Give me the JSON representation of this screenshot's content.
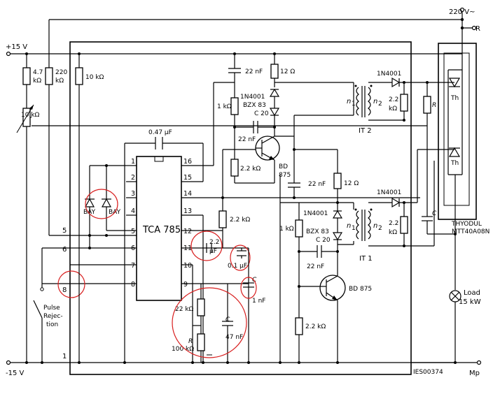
{
  "rails": {
    "plus15": "+15 V",
    "minus15": "-15 V",
    "ac220": "220 V~",
    "phase_r": "R",
    "neutral_mp": "Mp"
  },
  "ic": {
    "name": "TCA 785",
    "pins_left": [
      "1",
      "2",
      "3",
      "4",
      "5",
      "6",
      "7",
      "8"
    ],
    "pins_right": [
      "16",
      "15",
      "14",
      "13",
      "12",
      "11",
      "10",
      "9"
    ]
  },
  "rail_labels": {
    "left_5": "5",
    "left_6": "6",
    "left_8": "8",
    "left_1": "1"
  },
  "components": {
    "r_4k7": [
      "4.7",
      "kΩ"
    ],
    "r_220": [
      "220",
      "kΩ"
    ],
    "r_10k_a": "10 kΩ",
    "r_10k_pot": "10 kΩ",
    "c_047": "0.47 μF",
    "diode_bay_1": "BAY",
    "diode_bay_2": "BAY",
    "c_22nF_top": "22 nF",
    "r_12_top": "12 Ω",
    "d_1n4001_top": "1N4001",
    "z_bzx83_top": "BZX 83",
    "z_c20_top": "C 20",
    "r_1k_top": "1 kΩ",
    "c_22nF_base_top": "22 nF",
    "r_2k2_top": "2.2 kΩ",
    "t_bd875_top": [
      "BD",
      "875"
    ],
    "c_22nF_mid": "22 nF",
    "r_12_mid": "12 Ω",
    "r_2k2_pin12": "2.2 kΩ",
    "c_2u2": [
      "2.2",
      "μF"
    ],
    "c_01u": "0.1 μF",
    "c_1nF_letter": "C",
    "c_1nF": "1 nF",
    "r_22k": "22 kΩ",
    "c_47nF_letter": "C",
    "c_47nF": "47 nF",
    "pot_r_letter": "R",
    "pot_100k": "100 kΩ",
    "d_1n4001_bot": "1N4001",
    "z_bzx83_bot": "BZX 83",
    "z_c20_bot": "C 20",
    "r_1k_bot": "1 kΩ",
    "c_22nF_base_bot": "22 nF",
    "t_bd875_bot": "BD 875",
    "r_2k2_bot": "2.2 kΩ",
    "d_1n4001_it2": "1N4001",
    "r_2k2_it2": [
      "2.2",
      "kΩ"
    ],
    "d_1n4001_it1": "1N4001",
    "r_2k2_it1": [
      "2.2",
      "kΩ"
    ],
    "it2": "IT 2",
    "it1": "IT 1",
    "n1": "n",
    "n2": "n",
    "sub1": "1",
    "sub2": "2",
    "r_gate_letter": "R",
    "c_snub_letter": "C",
    "th_upper": "Th",
    "th_lower": "Th",
    "thyodul": [
      "THYODUL",
      "MTT40A08N"
    ],
    "load": [
      "Load",
      "15 kW"
    ],
    "switch_label": [
      "Pulse",
      "Rejec-",
      "tion"
    ],
    "ref": "IES00374"
  }
}
